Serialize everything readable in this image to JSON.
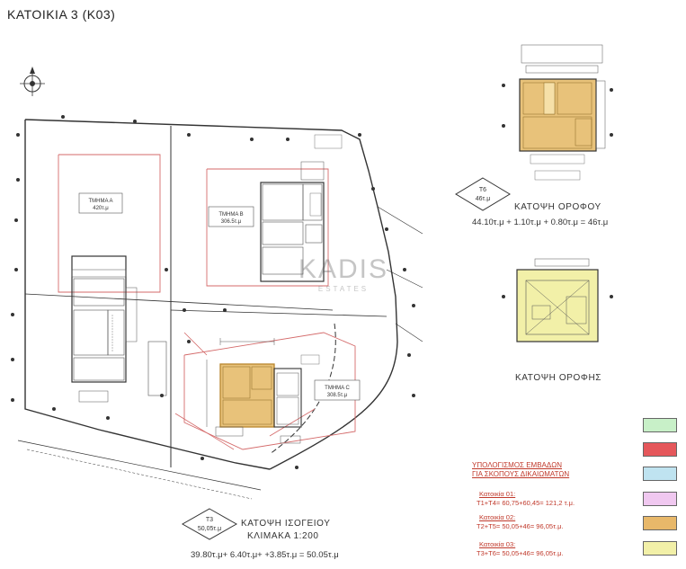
{
  "title": "ΚΑΤΟΙΚΙΑ 3 (Κ03)",
  "plots": [
    {
      "id": "a",
      "name": "ΤΜΗΜΑ Α",
      "area": "420τ.μ"
    },
    {
      "id": "b",
      "name": "ΤΜΗΜΑ Β",
      "area": "306.5τ.μ"
    },
    {
      "id": "c",
      "name": "ΤΜΗΜΑ C",
      "area": "308.5τ.μ"
    }
  ],
  "ground_plan": {
    "tag": "T3",
    "tag_area": "50,05τ.μ",
    "label": "ΚΑΤΟΨΗ ΙΣΟΓΕΙΟΥ",
    "scale": "ΚΛΙΜΑΚΑ 1:200",
    "formula": "39.80τ.μ+ 6.40τ.μ+ +3.85τ.μ = 50.05τ.μ"
  },
  "upper_plan": {
    "tag": "T6",
    "tag_area": "46τ.μ",
    "label": "ΚΑΤΟΨΗ ΟΡΟΦΟΥ",
    "formula": "44.10τ.μ + 1.10τ.μ + 0.80τ.μ = 46τ.μ"
  },
  "roof_plan": {
    "label": "ΚΑΤΟΨΗ ΟΡΟΦΗΣ"
  },
  "calculation": {
    "title": "ΥΠΟΛΟΓΙΣΜΟΣ ΕΜΒΑΔΩΝ",
    "subtitle": "ΓΙΑ ΣΚΟΠΟΥΣ ΔΙΚΑΙΩΜΑΤΩΝ",
    "groups": [
      {
        "heading": "Κατοικία 01:",
        "formula": "T1+T4= 60,75+60,45= 121,2 τ.μ."
      },
      {
        "heading": "Κατοικία 02:",
        "formula": "T2+T5= 50,05+46= 96,05τ.μ."
      },
      {
        "heading": "Κατοικία 03:",
        "formula": "T3+T6= 50,05+46= 96,05τ.μ."
      }
    ]
  },
  "legend": [
    {
      "swatch": "#c8f0c8"
    },
    {
      "swatch": "#e5575b"
    },
    {
      "swatch": "#bfe3f0"
    },
    {
      "swatch": "#f0c8f0"
    },
    {
      "swatch": "#e8b86a"
    },
    {
      "swatch": "#f2f0a8"
    }
  ],
  "watermark": {
    "top": "KADIS",
    "bottom": "ESTATES"
  },
  "colors": {
    "highlight_fill": "#e8c27a",
    "highlight_stroke": "#b8862e",
    "boundary": "#333333",
    "red_line": "#d46a6a",
    "calc_text": "#c0392b"
  }
}
